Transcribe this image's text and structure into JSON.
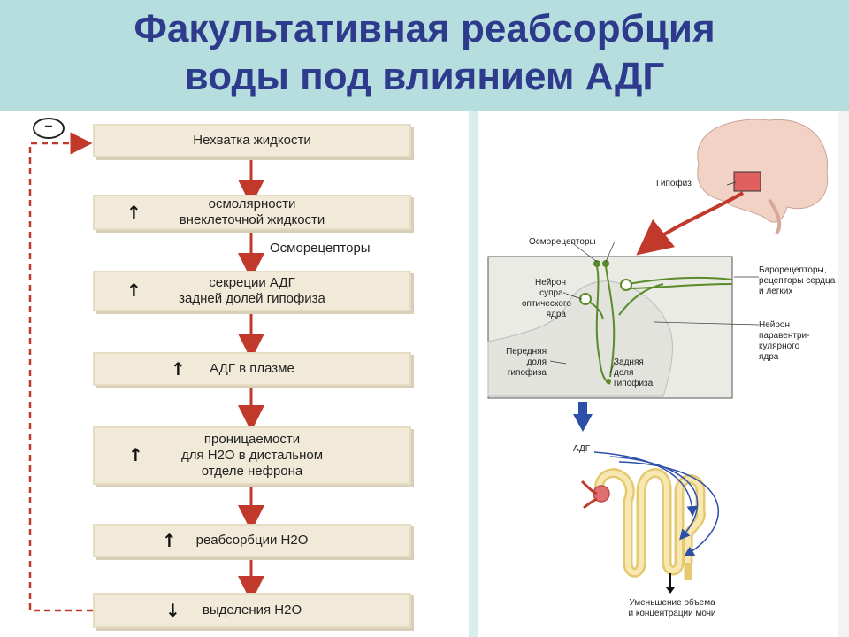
{
  "title": {
    "line1": "Факультативная реабсорбция",
    "line2": "воды под влиянием АДГ"
  },
  "flow": {
    "feedback_sign": "−",
    "osmoreceptors_label": "Осморецепторы",
    "steps": [
      {
        "arrow": "",
        "line1": "Нехватка жидкости",
        "line2": ""
      },
      {
        "arrow": "↑",
        "line1": "осмолярности",
        "line2": "внеклеточной жидкости"
      },
      {
        "arrow": "↑",
        "line1": "секреции АДГ",
        "line2": "задней долей гипофиза"
      },
      {
        "arrow": "↑",
        "line1": "АДГ в плазме",
        "line2": ""
      },
      {
        "arrow": "↑",
        "line1": "проницаемости",
        "line2": "для H2O в дистальном",
        "line3": "отделе нефрона"
      },
      {
        "arrow": "↑",
        "line1": "реабсорбции H2O",
        "line2": ""
      },
      {
        "arrow": "↓",
        "line1": "выделения H2O",
        "line2": ""
      }
    ]
  },
  "illustration": {
    "pituitary": "Гипофиз",
    "osmoreceptors": "Осморецепторы",
    "neuron_supraoptic": [
      "Нейрон",
      "супра-",
      "оптического",
      "ядра"
    ],
    "baroreceptors": [
      "Барорецепторы,",
      "рецепторы сердца",
      "и легких"
    ],
    "neuron_paraventricular": [
      "Нейрон",
      "паравентри-",
      "кулярного",
      "ядра"
    ],
    "anterior_lobe": [
      "Передняя",
      "доля",
      "гипофиза"
    ],
    "posterior_lobe": [
      "Задняя",
      "доля",
      "гипофиза"
    ],
    "adh": "АДГ",
    "result": [
      "Уменьшение объема",
      "и концентрации мочи"
    ]
  },
  "colors": {
    "title": "#2e3a8c",
    "header_bg": "#b7dede",
    "flow_arrow": "#c0392b",
    "feedback": "#c0392b",
    "box_bg": "#f1ead9",
    "neuron": "#5a8a2a",
    "adh_arrow": "#2c4fa8"
  }
}
